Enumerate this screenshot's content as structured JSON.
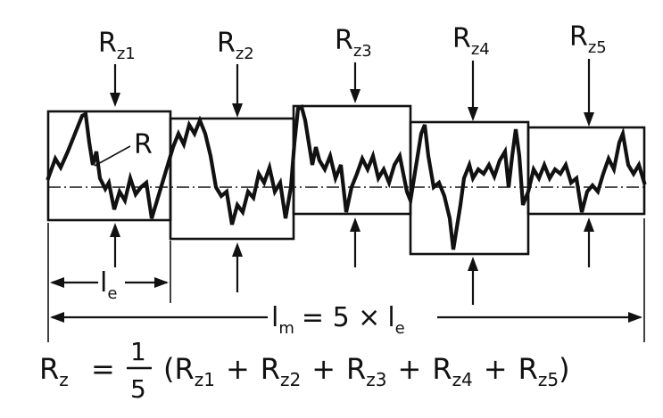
{
  "segment_labels": [
    {
      "main": "R",
      "sub": "z1"
    },
    {
      "main": "R",
      "sub": "z2"
    },
    {
      "main": "R",
      "sub": "z3"
    },
    {
      "main": "R",
      "sub": "z4"
    },
    {
      "main": "R",
      "sub": "z5"
    }
  ],
  "profile_label": "R",
  "sampling_length": {
    "main": "l",
    "sub": "e"
  },
  "evaluation_length": {
    "main": "l",
    "sub": "m",
    "equals": "= 5 ×",
    "term_main": "l",
    "term_sub": "e"
  },
  "formula": {
    "lhs_main": "R",
    "lhs_sub": "z",
    "equals": "=",
    "numerator": "1",
    "denominator": "5",
    "open_paren": "(",
    "close_paren": ")",
    "plus": "+",
    "terms": [
      {
        "main": "R",
        "sub": "z1"
      },
      {
        "main": "R",
        "sub": "z2"
      },
      {
        "main": "R",
        "sub": "z3"
      },
      {
        "main": "R",
        "sub": "z4"
      },
      {
        "main": "R",
        "sub": "z5"
      }
    ]
  }
}
